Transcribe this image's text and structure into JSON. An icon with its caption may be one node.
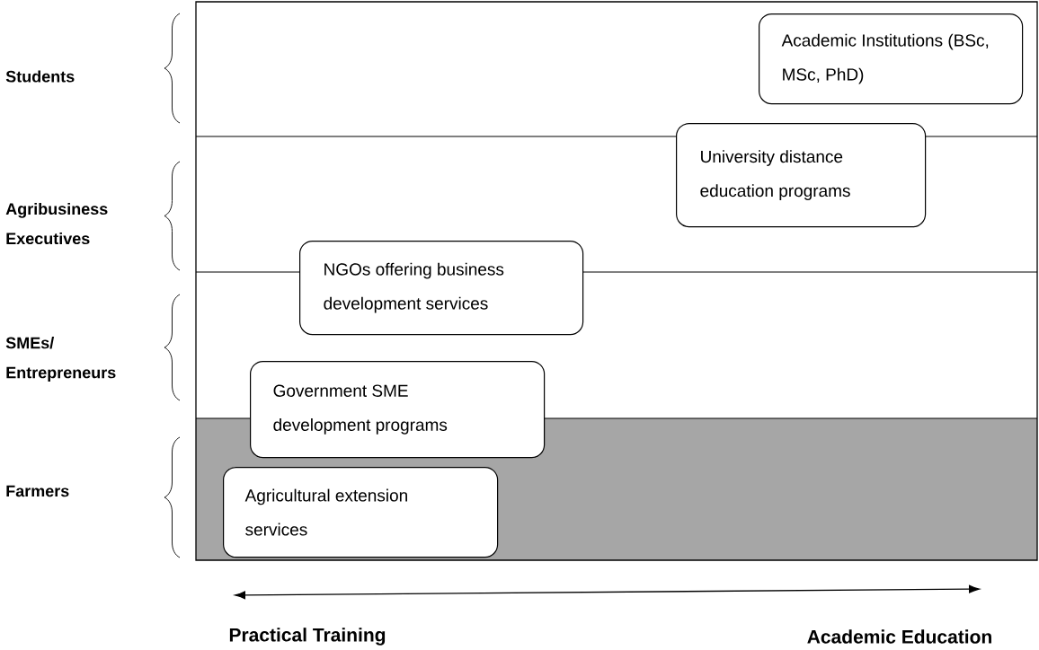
{
  "diagram": {
    "nodes": [
      {
        "text": [
          "Academic Institutions (BSc, MSc, PhD)"
        ]
      },
      {
        "text": [
          "University distance education programs"
        ]
      },
      {
        "text": [
          "NGOs offering business development services"
        ]
      },
      {
        "text": [
          "Government SME development programs"
        ]
      },
      {
        "text": [
          "Agricultural extension services"
        ]
      }
    ],
    "labels": [
      "Students",
      "Agribusiness Executives",
      "SMEs/ Entrepreneurs",
      "Farmers",
      "Practical Training",
      "Academic Education"
    ]
  }
}
